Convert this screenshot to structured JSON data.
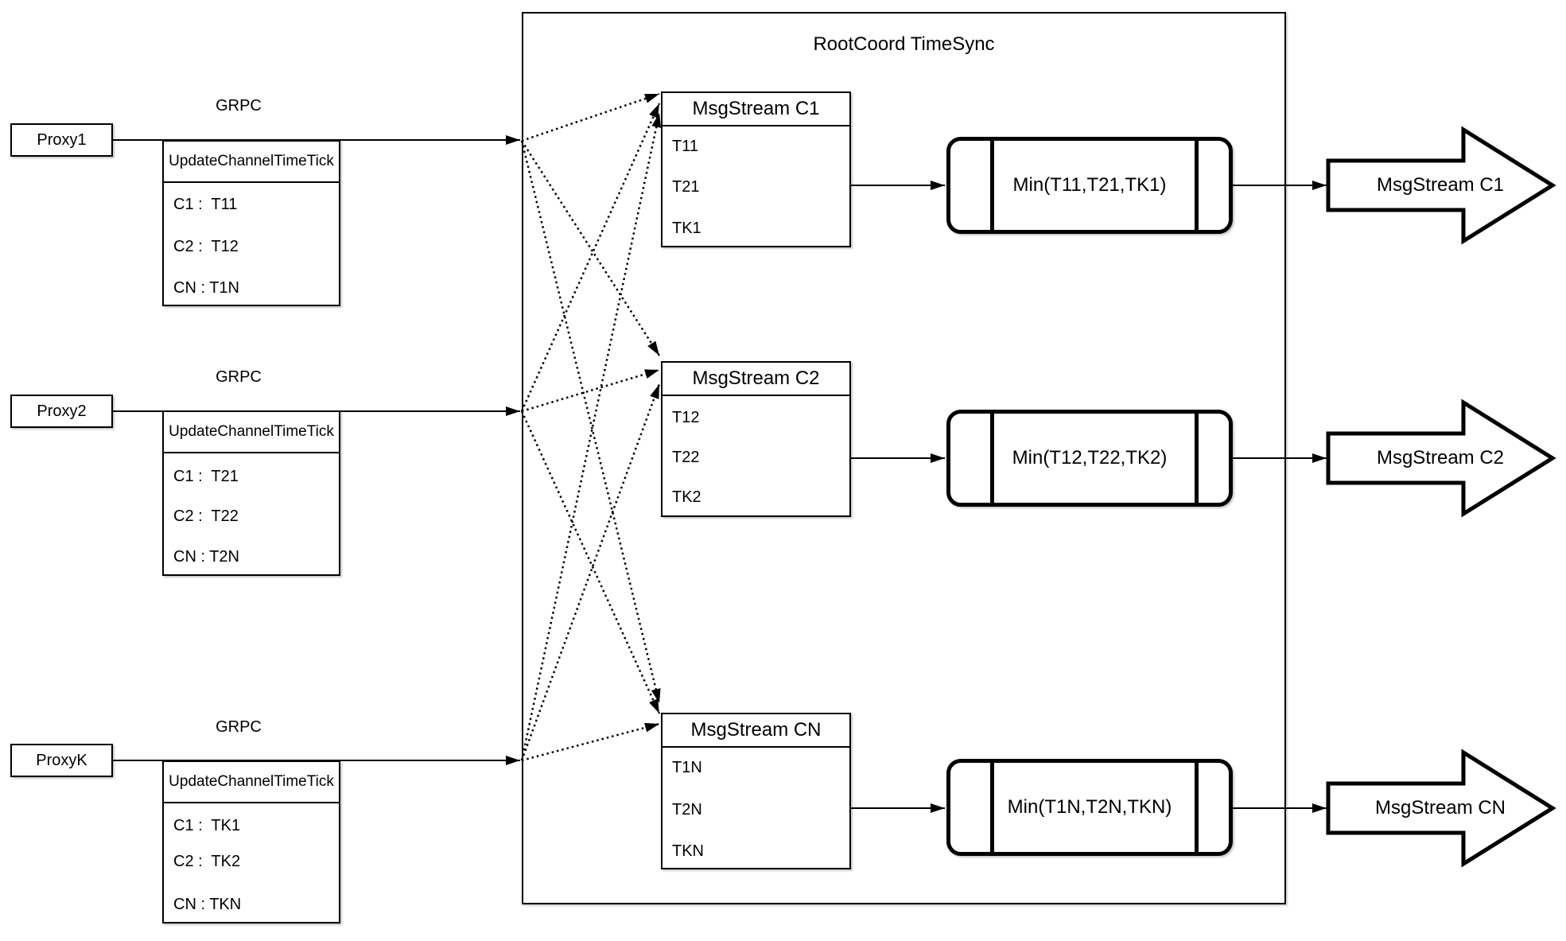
{
  "title": "RootCoord TimeSync",
  "colors": {
    "line": "#000000",
    "background": "#ffffff",
    "text": "#000000"
  },
  "rows": [
    {
      "proxy": "Proxy1",
      "grpc": "GRPC",
      "update_box": {
        "title": "UpdateChannelTimeTick",
        "entries": [
          "C1 :  T11",
          "C2 :  T12",
          "CN : T1N"
        ]
      },
      "msgstream_box": {
        "title": "MsgStream C1",
        "entries": [
          "T11",
          "T21",
          "TK1"
        ]
      },
      "min": "Min(T11,T21,TK1)",
      "output": "MsgStream C1"
    },
    {
      "proxy": "Proxy2",
      "grpc": "GRPC",
      "update_box": {
        "title": "UpdateChannelTimeTick",
        "entries": [
          "C1 :  T21",
          "C2 :  T22",
          "CN : T2N"
        ]
      },
      "msgstream_box": {
        "title": "MsgStream C2",
        "entries": [
          "T12",
          "T22",
          "TK2"
        ]
      },
      "min": "Min(T12,T22,TK2)",
      "output": "MsgStream C2"
    },
    {
      "proxy": "ProxyK",
      "grpc": "GRPC",
      "update_box": {
        "title": "UpdateChannelTimeTick",
        "entries": [
          "C1 :  TK1",
          "C2 :  TK2",
          "CN : TKN"
        ]
      },
      "msgstream_box": {
        "title": "MsgStream CN",
        "entries": [
          "T1N",
          "T2N",
          "TKN"
        ]
      },
      "min": "Min(T1N,T2N,TKN)",
      "output": "MsgStream CN"
    }
  ]
}
